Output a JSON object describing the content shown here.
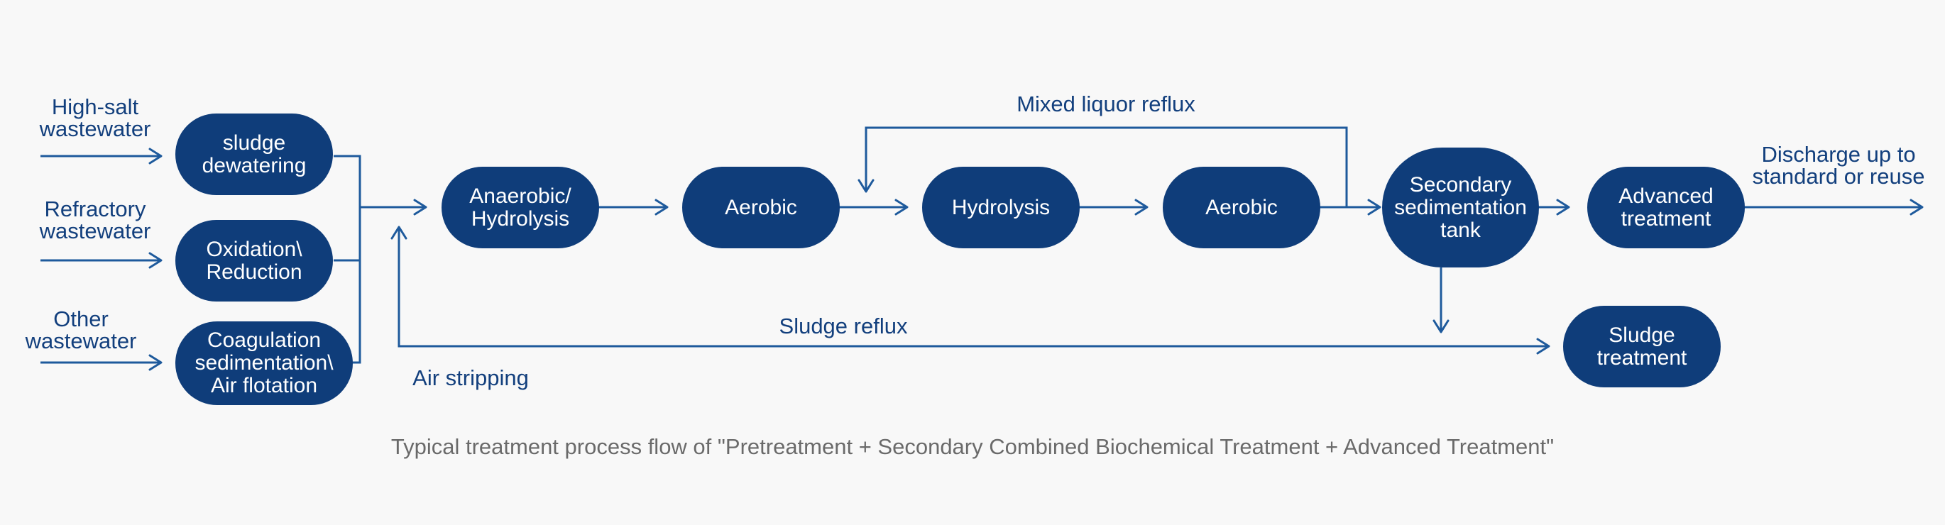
{
  "colors": {
    "node_fill": "#0f3d7a",
    "node_text": "#ffffff",
    "line": "#1e5a9c",
    "label_text": "#123f7d",
    "caption_text": "#6a6a6a",
    "background": "#f8f8f8"
  },
  "inputs": {
    "high_salt": "High-salt\nwastewater",
    "refractory": "Refractory\nwastewater",
    "other": "Other\nwastewater"
  },
  "pretreatment": {
    "sludge_dewatering": "sludge\ndewatering",
    "oxidation_reduction": "Oxidation\\\nReduction",
    "coagulation": "Coagulation\nsedimentation\\\nAir flotation"
  },
  "biochemical": {
    "anaerobic_hydrolysis": "Anaerobic/\nHydrolysis",
    "aerobic_1": "Aerobic",
    "hydrolysis": "Hydrolysis",
    "aerobic_2": "Aerobic",
    "secondary_sedimentation": "Secondary\nsedimentation\ntank"
  },
  "advanced": {
    "advanced_treatment": "Advanced\ntreatment",
    "sludge_treatment": "Sludge\ntreatment"
  },
  "annotations": {
    "mixed_liquor_reflux": "Mixed liquor reflux",
    "sludge_reflux": "Sludge reflux",
    "air_stripping": "Air stripping",
    "discharge": "Discharge up to\nstandard or reuse"
  },
  "caption": "Typical treatment process flow of \"Pretreatment + Secondary Combined Biochemical Treatment + Advanced Treatment\""
}
